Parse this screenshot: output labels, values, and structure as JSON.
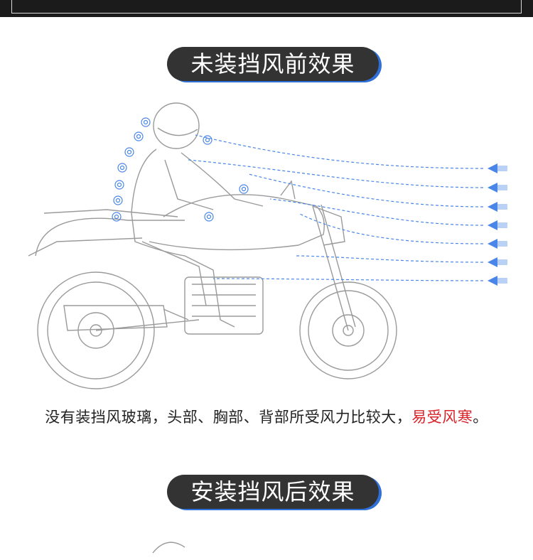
{
  "banner": {},
  "section1": {
    "title": "未装挡风前效果"
  },
  "caption": {
    "main": "没有装挡风玻璃，头部、胸部、背部所受风力比较大，",
    "highlight": "易受风寒",
    "end": "。"
  },
  "section2": {
    "title": "安装挡风后效果"
  },
  "colors": {
    "pill_bg": "#333333",
    "pill_shadow": "#2e6fd8",
    "wind": "#4a86e8",
    "highlight": "#d8232a"
  },
  "icons": {
    "wind_arrow": "left-arrow-icon",
    "swirl": "swirl-icon"
  }
}
